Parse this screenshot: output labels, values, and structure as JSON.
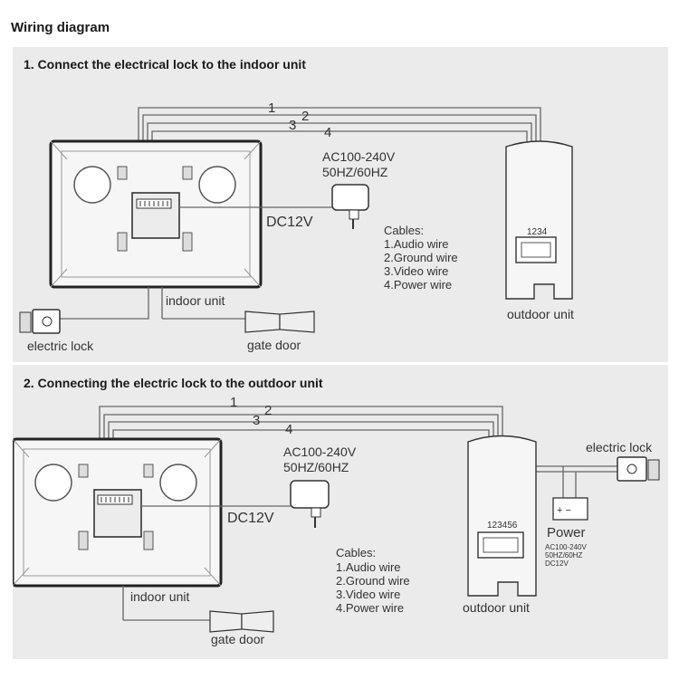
{
  "page": {
    "heading": "Wiring diagram"
  },
  "section1": {
    "title": "1. Connect the electrical lock to the indoor unit",
    "wire_numbers": [
      "1",
      "2",
      "3",
      "4"
    ],
    "ac_line1": "AC100-240V",
    "ac_line2": "50HZ/60HZ",
    "dc_label": "DC12V",
    "cables_title": "Cables:",
    "cables": [
      "1.Audio wire",
      "2.Ground wire",
      "3.Video wire",
      "4.Power wire"
    ],
    "indoor_label": "indoor unit",
    "outdoor_label": "outdoor unit",
    "outdoor_terminals": "1234",
    "lock_label": "electric lock",
    "gate_label": "gate door"
  },
  "section2": {
    "title": "2. Connecting the electric lock to the outdoor unit",
    "wire_numbers": [
      "1",
      "2",
      "3",
      "4"
    ],
    "ac_line1": "AC100-240V",
    "ac_line2": "50HZ/60HZ",
    "dc_label": "DC12V",
    "cables_title": "Cables:",
    "cables": [
      "1.Audio wire",
      "2.Ground wire",
      "3.Video wire",
      "4.Power wire"
    ],
    "indoor_label": "indoor unit",
    "outdoor_label": "outdoor unit",
    "outdoor_terminals": "123456",
    "lock_label": "electric lock",
    "gate_label": "gate door",
    "power_title": "Power",
    "power_polarity": "+ −",
    "power_spec1": "AC100-240V",
    "power_spec2": "50HZ/60HZ",
    "power_spec3": "DC12V"
  }
}
